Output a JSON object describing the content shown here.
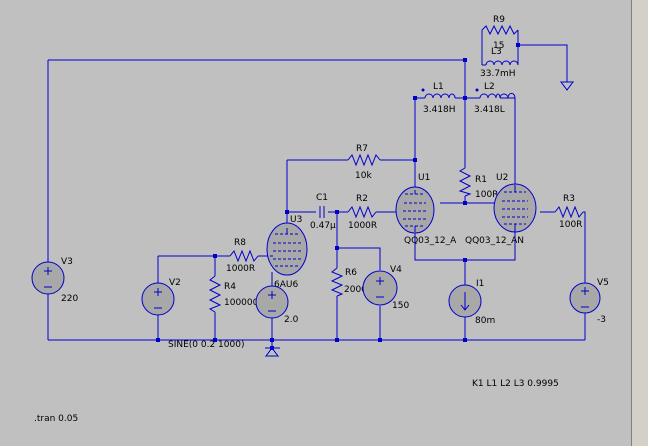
{
  "schematic": {
    "components": {
      "R9": {
        "name": "R9",
        "value": "15"
      },
      "L3": {
        "name": "L3",
        "value": "33.7mH"
      },
      "L1": {
        "name": "L1",
        "value": "3.418H"
      },
      "L2": {
        "name": "L2",
        "value": "3.418L"
      },
      "R7": {
        "name": "R7",
        "value": "10k"
      },
      "R1": {
        "name": "R1",
        "value": "100R"
      },
      "U1": {
        "name": "U1",
        "value": "QQ03_12_A"
      },
      "U2": {
        "name": "U2",
        "value": "QQ03_12_AN"
      },
      "R3": {
        "name": "R3",
        "value": "100R"
      },
      "C1": {
        "name": "C1",
        "value": "0.47µ"
      },
      "R2": {
        "name": "R2",
        "value": "1000R"
      },
      "U3": {
        "name": "U3",
        "value": "6AU6"
      },
      "R8": {
        "name": "R8",
        "value": "1000R"
      },
      "R4": {
        "name": "R4",
        "value": "100000R"
      },
      "R6": {
        "name": "R6",
        "value": "20000R"
      },
      "V2": {
        "name": "V2",
        "value": "SINE(0 0.2 1000)"
      },
      "V3": {
        "name": "V3",
        "value": "220"
      },
      "V4": {
        "name": "V4",
        "value": "150"
      },
      "V5": {
        "name": "V5",
        "value": "-3"
      },
      "V1": {
        "name": "",
        "value": "2.0"
      },
      "I1": {
        "name": "I1",
        "value": "80m"
      }
    },
    "directives": {
      "coupling": "K1 L1 L2 L3 0.9995",
      "tran": ".tran 0.05"
    },
    "colors": {
      "wire": "#0000cc",
      "background": "#c0c0c0",
      "text": "#000000"
    }
  }
}
